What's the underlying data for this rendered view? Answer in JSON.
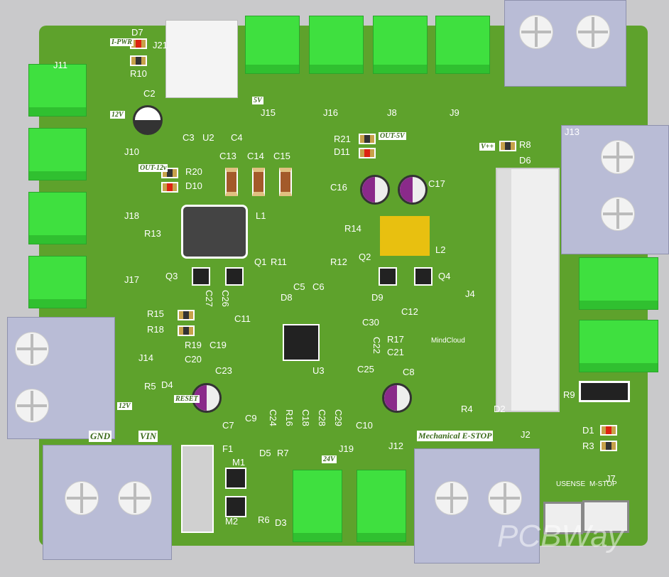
{
  "refs": [
    "D7",
    "R10",
    "J21",
    "C2",
    "C3",
    "U2",
    "C4",
    "J15",
    "J16",
    "J8",
    "J9",
    "J11",
    "J10",
    "R20",
    "D10",
    "C13",
    "C14",
    "C15",
    "R21",
    "D11",
    "C16",
    "C17",
    "J18",
    "R13",
    "L1",
    "R14",
    "L2",
    "Q2",
    "J17",
    "Q3",
    "Q1",
    "R11",
    "R12",
    "Q4",
    "C5",
    "C6",
    "D8",
    "D9",
    "C12",
    "R15",
    "R18",
    "R19",
    "C20",
    "C19",
    "C27",
    "C26",
    "C11",
    "C23",
    "C30",
    "R17",
    "C21",
    "C22",
    "U3",
    "C25",
    "C8",
    "J14",
    "R5",
    "D4",
    "C7",
    "C9",
    "C24",
    "R16",
    "C18",
    "C28",
    "C29",
    "C10",
    "F1",
    "D5",
    "R7",
    "M1",
    "M2",
    "R6",
    "D3",
    "J19",
    "J12",
    "J2",
    "R4",
    "D2",
    "R9",
    "D1",
    "R3",
    "J7",
    "R8",
    "D6",
    "J4",
    "J13"
  ],
  "silk": {
    "pwr": "I-PWR",
    "gnd": "GND",
    "v12": "12V",
    "v5": "5V",
    "v24": "24V",
    "out12": "OUT-12v",
    "out5": "OUT-5V",
    "vin": "VIN",
    "vpp": "V++",
    "estop": "Mechanical E-STOP",
    "usense": "USENSE",
    "mstop": "M-STOP",
    "logo": "MindCloud",
    "watermark": "PCBWay",
    "v12b": "12V",
    "fuse": "RESET"
  }
}
